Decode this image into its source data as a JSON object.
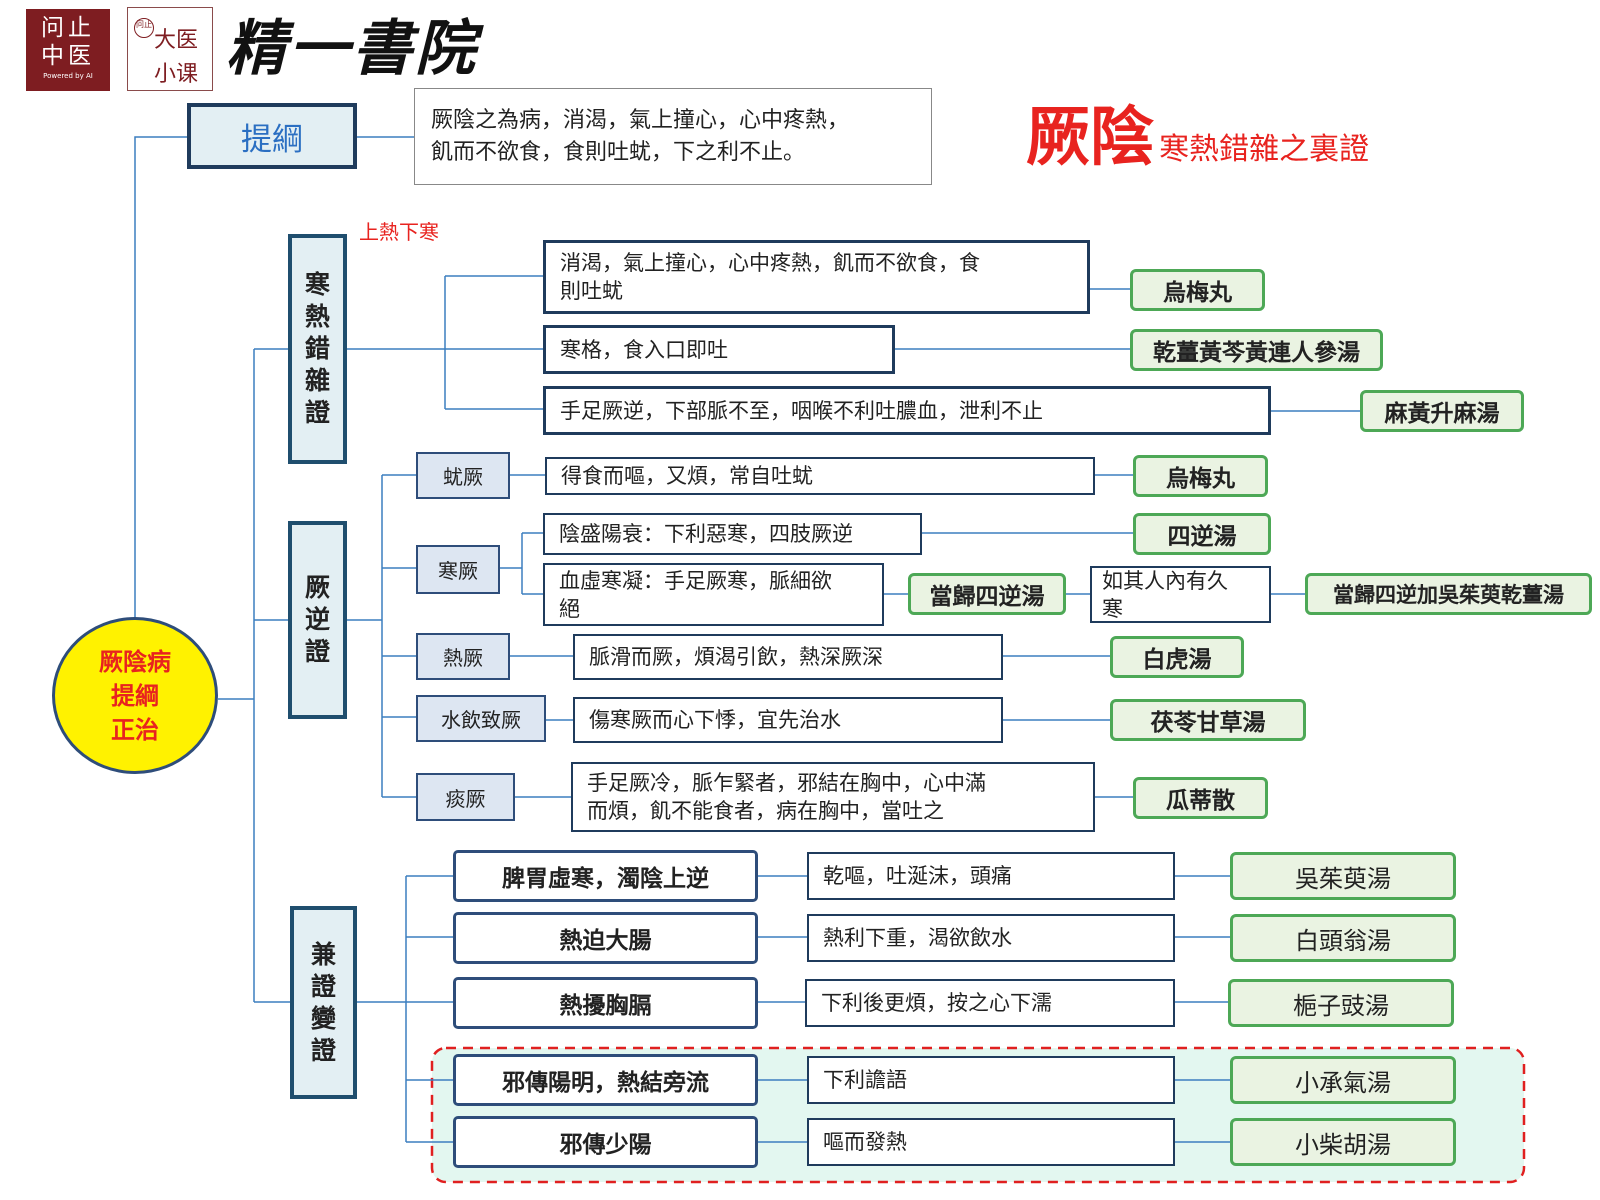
{
  "logos": {
    "logo1_line1": "问止",
    "logo1_line2": "中医",
    "logo1_small": "Powered by AI",
    "logo2_seal": "问止",
    "logo2_line1": "大医",
    "logo2_line2": "小课",
    "calligraphy": "精一書院"
  },
  "title": {
    "main": "厥陰",
    "sub": "寒熱錯雜之裏證"
  },
  "root": {
    "line1": "厥陰病",
    "line2": "提綱",
    "line3": "正治"
  },
  "outline": {
    "label": "提綱",
    "text": "厥陰之為病，消渴，氣上撞心，心中疼熱，\n飢而不欲食，食則吐蚘，下之利不止。"
  },
  "section1": {
    "label": "寒熱錯雜證",
    "note": "上熱下寒",
    "items": [
      {
        "desc": "消渴，氣上撞心，心中疼熱，飢而不欲食，食\n則吐蚘",
        "rx": "烏梅丸"
      },
      {
        "desc": "寒格，食入口即吐",
        "rx": "乾薑黃芩黃連人參湯"
      },
      {
        "desc": "手足厥逆，下部脈不至，咽喉不利吐膿血，泄利不止",
        "rx": "麻黃升麻湯"
      }
    ]
  },
  "section2": {
    "label": "厥逆證",
    "types": {
      "huijue": {
        "label": "蚘厥",
        "desc": "得食而嘔，又煩，常自吐蚘",
        "rx": "烏梅丸"
      },
      "hanjue": {
        "label": "寒厥",
        "desc1": "陰盛陽衰：下利惡寒，四肢厥逆",
        "rx1": "四逆湯",
        "desc2": "血虛寒凝：手足厥寒，脈細欲\n絕",
        "rx2": "當歸四逆湯",
        "cond": "如其人內有久\n寒",
        "rx3": "當歸四逆加吳茱萸乾薑湯"
      },
      "rejue": {
        "label": "熱厥",
        "desc": "脈滑而厥，煩渴引飲，熱深厥深",
        "rx": "白虎湯"
      },
      "shuiyin": {
        "label": "水飲致厥",
        "desc": "傷寒厥而心下悸，宜先治水",
        "rx": "茯苓甘草湯"
      },
      "tanjue": {
        "label": "痰厥",
        "desc": "手足厥冷，脈乍緊者，邪結在胸中，心中滿\n而煩，飢不能食者，病在胸中，當吐之",
        "rx": "瓜蒂散"
      }
    }
  },
  "section3": {
    "label": "兼證變證",
    "items": [
      {
        "name": "脾胃虛寒，濁陰上逆",
        "desc": "乾嘔，吐涎沫，頭痛",
        "rx": "吳茱萸湯"
      },
      {
        "name": "熱迫大腸",
        "desc": "熱利下重，渴欲飲水",
        "rx": "白頭翁湯"
      },
      {
        "name": "熱擾胸膈",
        "desc": "下利後更煩，按之心下濡",
        "rx": "梔子豉湯"
      },
      {
        "name": "邪傳陽明，熱結旁流",
        "desc": "下利譫語",
        "rx": "小承氣湯"
      },
      {
        "name": "邪傳少陽",
        "desc": "嘔而發熱",
        "rx": "小柴胡湯"
      }
    ]
  },
  "colors": {
    "title_red": "#e8231f",
    "note_red": "#e8231f",
    "root_fill": "#fff200",
    "root_text": "#e8231f",
    "outline_blue": "#2b6fc2",
    "rx_border": "#4da856",
    "rx_fill": "#eaf3e2",
    "line_blue": "#3c7ebf",
    "dash_red": "#e02020",
    "highlight_fill": "#e3f7f0"
  },
  "icons": [
    "seal-logo",
    "calligraphy-logo"
  ]
}
